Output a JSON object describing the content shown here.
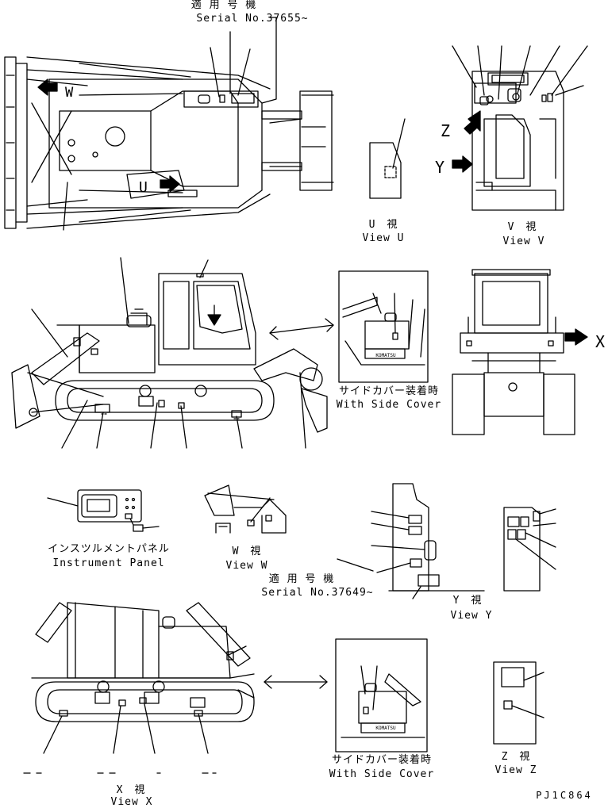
{
  "labels": {
    "top_serial_jp": "適 用 号 機",
    "top_serial_en": "Serial No.37655~",
    "view_u_jp": "U　視",
    "view_u_en": "View U",
    "view_v_jp": "V　視",
    "view_v_en": "View V",
    "side_cover_jp_1": "サイドカバー装着時",
    "side_cover_en_1": "With Side Cover",
    "instrument_jp": "インスツルメントパネル",
    "instrument_en": "Instrument Panel",
    "view_w_jp": "W　視",
    "view_w_en": "View W",
    "mid_serial_jp": "適 用 号 機",
    "mid_serial_en": "Serial No.37649~",
    "view_y_jp": "Y　視",
    "view_y_en": "View Y",
    "side_cover_jp_2": "サイドカバー装着時",
    "side_cover_en_2": "With Side Cover",
    "view_z_jp": "Z　視",
    "view_z_en": "View Z",
    "view_x_jp": "X　視",
    "view_x_en": "View X",
    "part_code": "PJ1C864"
  },
  "view_letters": {
    "w": "W",
    "u": "U",
    "z": "Z",
    "y": "Y",
    "x": "X"
  },
  "plates": {
    "komatsu_1": "KOMATSU",
    "komatsu_2": "KOMATSU"
  }
}
